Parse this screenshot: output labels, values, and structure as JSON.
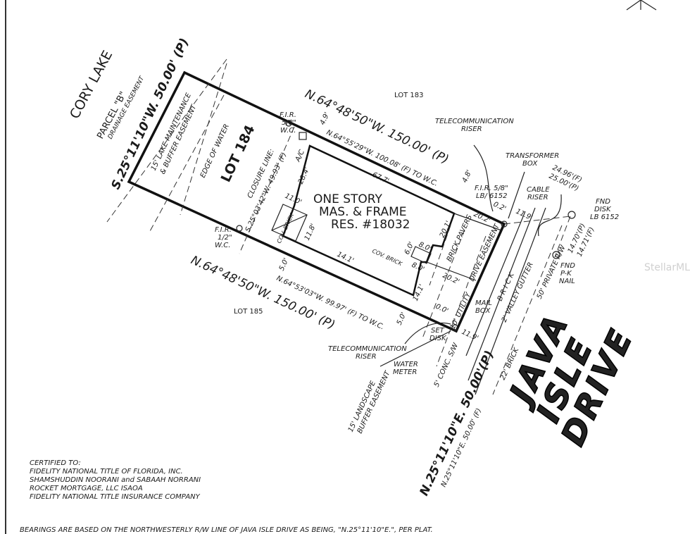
{
  "labels": {
    "cory_lake": "CORY LAKE",
    "parcel_b": "PARCEL \"B\"",
    "drainage_easement": "DRAINAGE EASEMENT",
    "west_line_plat": "S.25°11'10\"W.   50.00' (P)",
    "lake_easement_1": "15' LAKE MAINTENANCE",
    "lake_easement_2": "& BUFFER EASEMENT",
    "edge_of_water": "EDGE OF WATER",
    "lot_184": "LOT 184",
    "closure_line_1": "CLOSURE LINE:",
    "closure_line_2": "S.25°03'42\"W.  49.93' (F)",
    "fir_top_1": "F.I.R.",
    "fir_top_2": "5/8\"",
    "fir_top_3": "W.C.",
    "fir_left_1": "F.I.R.",
    "fir_left_2": "1/2\"",
    "fir_left_3": "W.C.",
    "north_line_plat": "N.64°48'50\"W.        150.00' (P)",
    "north_line_field": "N.64°55'29\"W.    100.08' (F) TO W.C.",
    "south_line_plat": "N.64°48'50\"W.        150.00' (P)",
    "south_line_field": "N.64°53'03\"W.    99.97' (F) TO W.C.",
    "lot_183": "LOT 183",
    "lot_185": "LOT 185",
    "dim_4_9": "4.9'",
    "dim_4_8": "4.8'",
    "dim_67_7": "67.7'",
    "dim_28_4": "28.4'",
    "ac": "A/C",
    "dim_11_0": "11.0'",
    "dim_11_8": "11.8'",
    "cov_brick": "COV. BRICK",
    "house_1": "ONE STORY",
    "house_2": "MAS. & FRAME",
    "house_3": "RES. #18032",
    "dim_14_1_a": "14.1'",
    "dim_14_1_b": "14.1'",
    "dim_5_0_a": "5.0'",
    "dim_5_0_b": "5.0'",
    "dim_20_1": "20.1'",
    "dim_6_0": "6.0'",
    "dim_8_0_a": "8.0'",
    "dim_8_0_b": "8.0'",
    "cov_brick_2": "COV. BRICK",
    "brick_pavers": "BRICK PAVERS",
    "drive_easement": "DRIVE EASEMENT",
    "dim_20_2_a": "20.2'",
    "dim_20_2_b": "20.2'",
    "utility": "10' UTILITY",
    "dim_0_0": "0.0'",
    "dim_0_2": "0.2'",
    "dim_11_9_a": "11.9'",
    "dim_11_9_b": "11.9'",
    "telecom_top_1": "TELECOMMUNICATION",
    "telecom_top_2": "RISER",
    "transformer_1": "TRANSFORMER",
    "transformer_2": "BOX",
    "fir_right_1": "F.I.R. 5/8\"",
    "fir_right_2": "LB/ 6152",
    "cable_1": "CABLE",
    "cable_2": "RISER",
    "dim_24_96": "24.96'(F)",
    "dim_25_00": "25.00'(P)",
    "fnd_disk_1": "FND",
    "fnd_disk_2": "DISK",
    "fnd_disk_3": "LB 6152",
    "dim_14_70": "14.70'(P)",
    "dim_14_71": "14.71'(F)",
    "pk_1": "FND",
    "pk_2": "P-K",
    "pk_3": "NAIL",
    "brick_road": "B R I C K",
    "valley_gutter": "2' VALLEY GUTTER",
    "private_rw": "50' PRIVATE R/W",
    "brick_22": "22' BRICK",
    "mail_box_1": "MAIL",
    "mail_box_2": "BOX",
    "set_disk_1": "SET",
    "set_disk_2": "DISK",
    "telecom_bot_1": "TELECOMMUNICATION",
    "telecom_bot_2": "RISER",
    "water_meter_1": "WATER",
    "water_meter_2": "METER",
    "sidewalk": "5' CONC. S/W",
    "landscape_1": "15' LANDSCAPE",
    "landscape_2": "BUFFER EASEMENT",
    "east_line_plat": "N.25°11'10\"E.  50.00'(P)",
    "east_line_field": "N.25°11'10\"E.  50.00' (F)",
    "street_1": "JAVA",
    "street_2": "ISLE",
    "street_3": "DRIVE"
  },
  "certified": {
    "heading": "CERTIFIED TO:",
    "lines": [
      "FIDELITY NATIONAL TITLE OF FLORIDA, INC.",
      "SHAMSHUDDIN NOORANI and SABAAH NORRANI",
      "ROCKET MORTGAGE, LLC  ISAOA",
      "FIDELITY NATIONAL TITLE INSURANCE COMPANY"
    ]
  },
  "bearings_note": "BEARINGS ARE BASED ON THE NORTHWESTERLY R/W LINE OF JAVA ISLE DRIVE AS BEING, \"N.25°11'10\"E.\", PER PLAT.",
  "watermark": "StellarMLS"
}
